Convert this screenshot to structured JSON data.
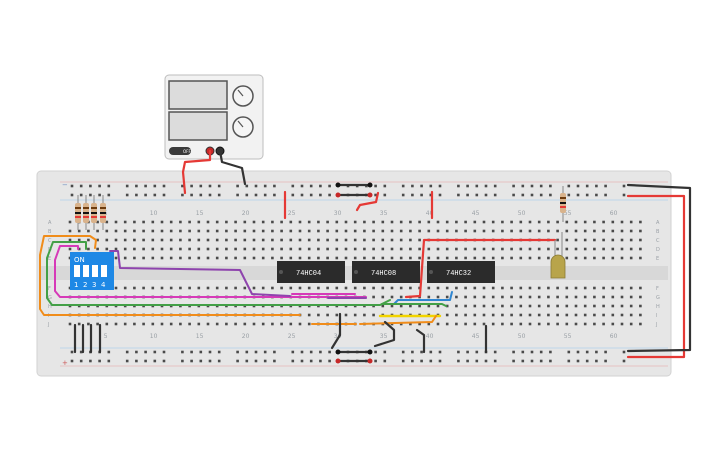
{
  "breadboard": {
    "column_numbers": [
      "5",
      "10",
      "15",
      "20",
      "25",
      "30",
      "35",
      "40",
      "45",
      "50",
      "55",
      "60"
    ],
    "row_letters_top": [
      "A",
      "B",
      "C",
      "D",
      "E"
    ],
    "row_letters_bottom": [
      "F",
      "G",
      "H",
      "I",
      "J"
    ],
    "rail_plus": "+",
    "rail_minus": "−"
  },
  "chips": [
    {
      "label": "74HC04"
    },
    {
      "label": "74HC08"
    },
    {
      "label": "74HC32"
    }
  ],
  "dip_switch": {
    "on_label": "ON",
    "numbers": [
      "1",
      "2",
      "3",
      "4"
    ],
    "color": "#1e88e5"
  },
  "power_supply": {
    "button_label": "OFF"
  },
  "colors": {
    "board": "#e6e6e6",
    "red_wire": "#e53935",
    "black_wire": "#333333",
    "orange_wire": "#f08c1a",
    "green_wire": "#43a047",
    "purple_wire": "#8e44ad",
    "pink_wire": "#d63ab8",
    "blue_wire": "#2f86d1",
    "yellow_wire": "#f2d400",
    "chip": "#2b2b2b",
    "led": "#b8a44a"
  }
}
